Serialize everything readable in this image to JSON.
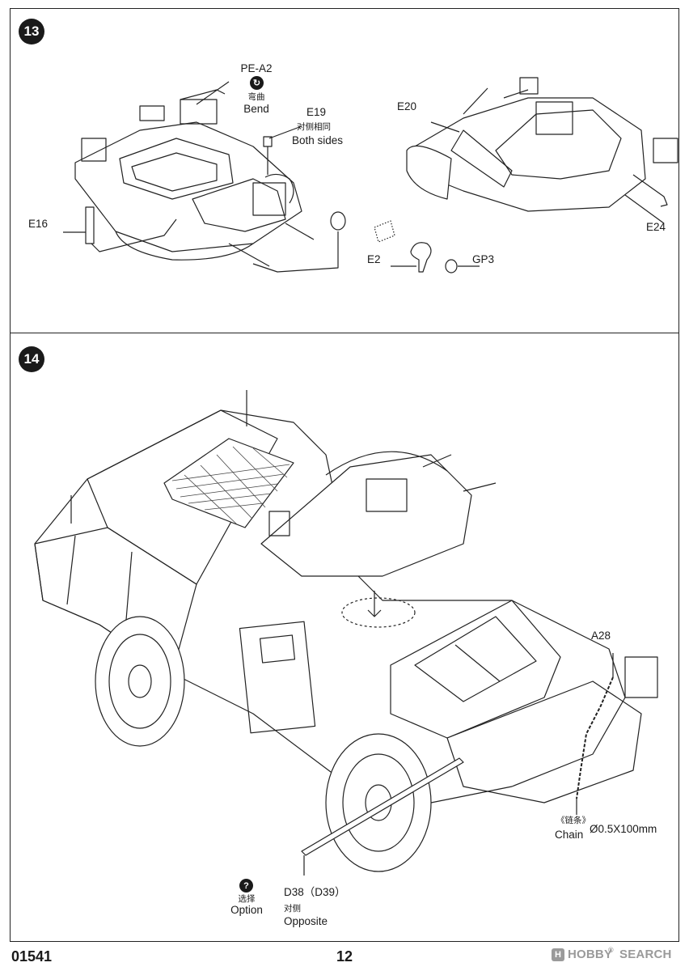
{
  "page": {
    "product_code": "01541",
    "page_number": "12"
  },
  "watermark": {
    "icon": "hobby-search-logo-icon",
    "brand": "HOBBY",
    "brand_mark": "®",
    "brand2": "SEARCH"
  },
  "step13": {
    "number": "13",
    "pe_a2": {
      "part": "PE-A2",
      "icon": "bend-arrow-icon",
      "note_cn": "弯曲",
      "note_en": "Bend"
    },
    "e19": {
      "part": "E19",
      "note_cn": "对侧相同",
      "note_en": "Both sides"
    },
    "e16": "E16",
    "e20": "E20",
    "e24": "E24",
    "e2": "E2",
    "gp3": "GP3"
  },
  "step14": {
    "number": "14",
    "a28": "A28",
    "chain": {
      "note_cn": "《链条》",
      "note_en": "Chain",
      "spec": "Ø0.5X100mm"
    },
    "option": {
      "icon": "question-icon",
      "note_cn": "选择",
      "note_en": "Option"
    },
    "d38": {
      "part": "D38（D39）",
      "note_cn": "对侧",
      "note_en": "Opposite"
    }
  },
  "colors": {
    "ink": "#1a1a1a",
    "paper": "#ffffff",
    "watermark": "#9a9a9a"
  }
}
